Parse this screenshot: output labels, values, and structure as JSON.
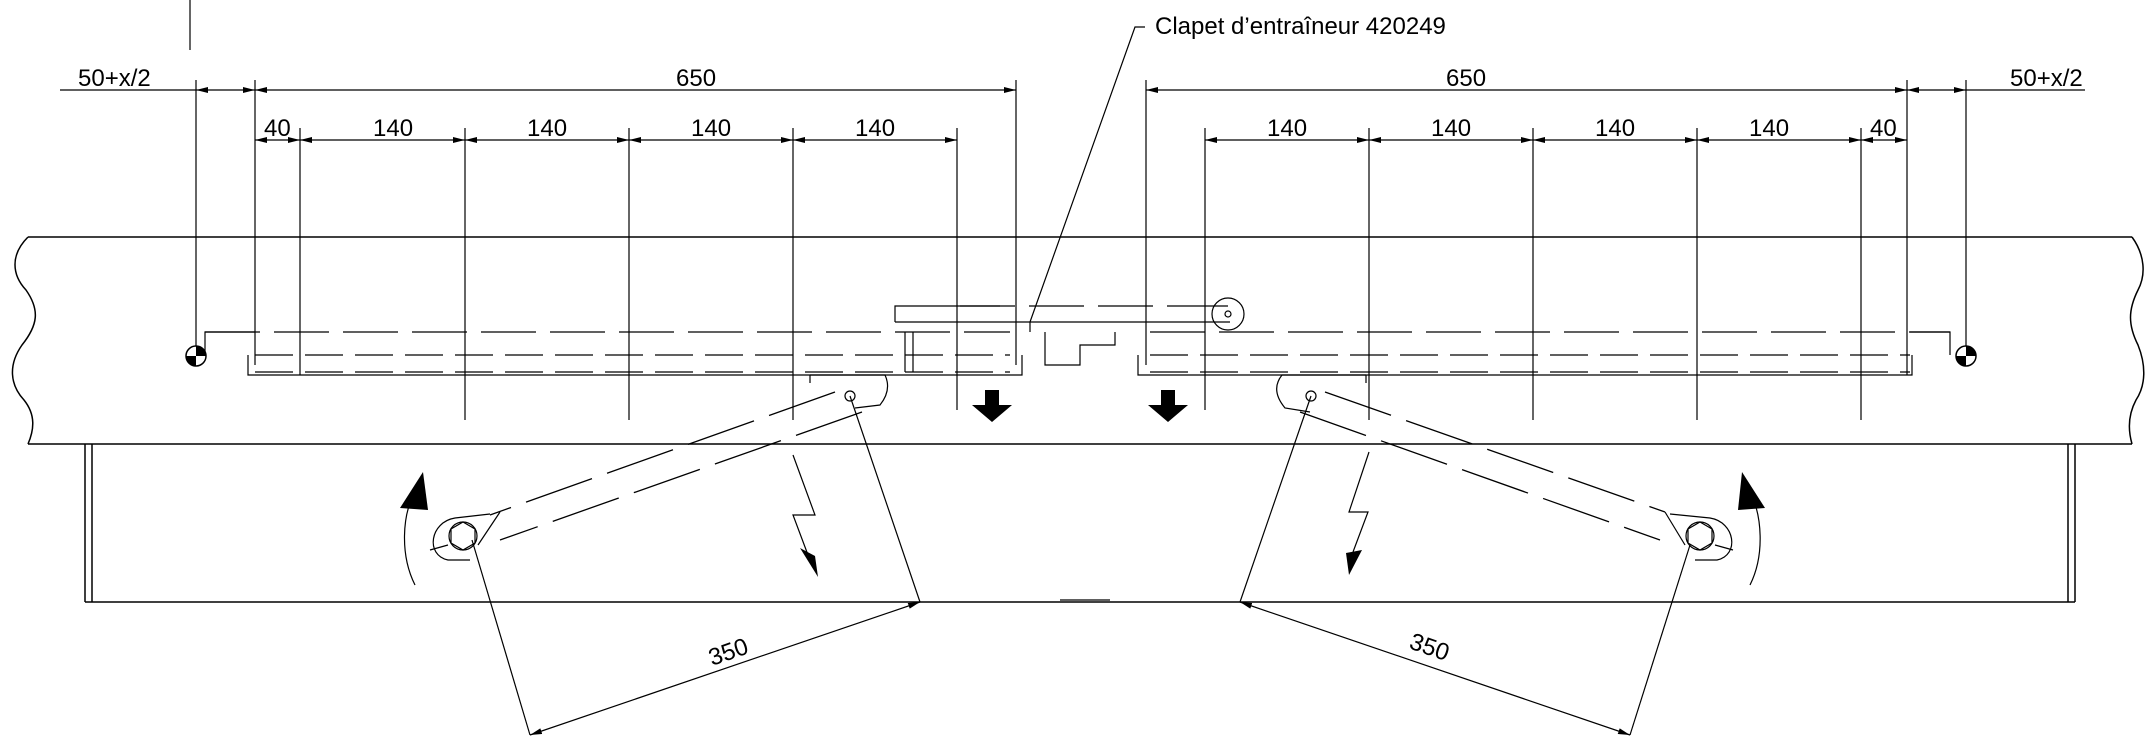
{
  "callout": {
    "label": "Clapet d’entraîneur 420249"
  },
  "dimensions": {
    "left_offset": "50+x/2",
    "right_offset": "50+x/2",
    "left_total": "650",
    "right_total": "650",
    "left_edge": "40",
    "right_edge": "40",
    "left_spacings": [
      "140",
      "140",
      "140",
      "140"
    ],
    "right_spacings": [
      "140",
      "140",
      "140",
      "140"
    ],
    "left_arm": "350",
    "right_arm": "350"
  }
}
